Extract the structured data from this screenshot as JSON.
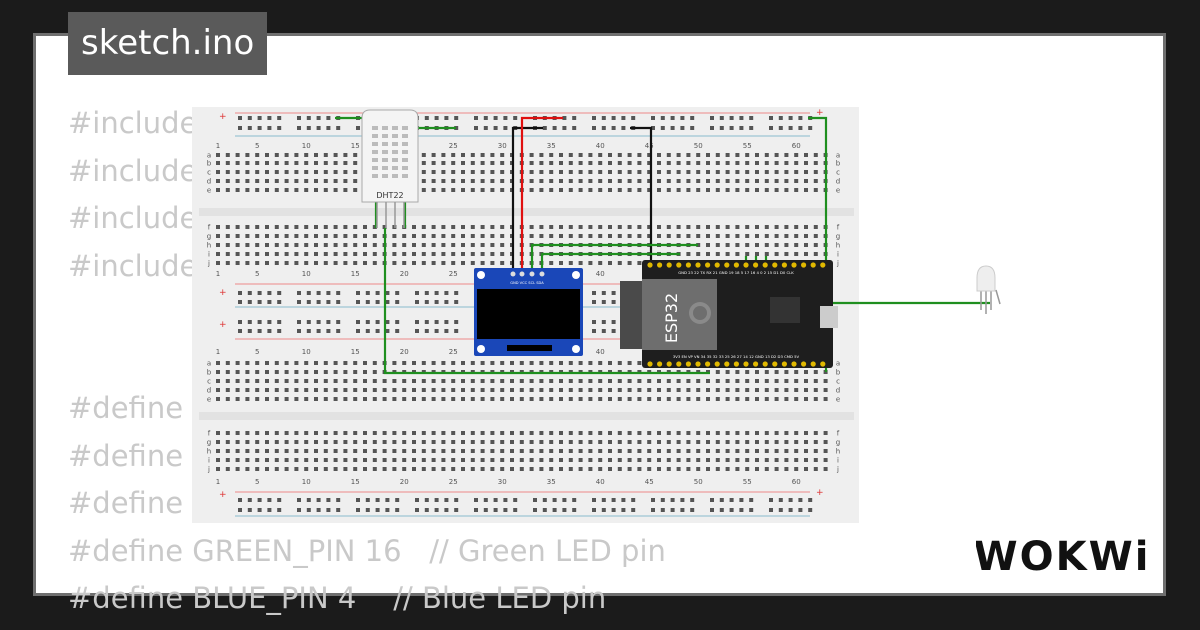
{
  "window": {
    "title": "sketch.ino"
  },
  "code": {
    "lines": [
      "#include",
      "#include",
      "#include",
      "#include",
      "",
      "",
      "#define",
      "#define",
      "#define",
      "#define GREEN_PIN 16   // Green LED pin",
      "#define BLUE_PIN 4    // Blue LED pin"
    ]
  },
  "breadboard": {
    "column_numbers": [
      "1",
      "5",
      "10",
      "15",
      "20",
      "25",
      "30",
      "35",
      "40",
      "45",
      "50",
      "55",
      "60"
    ],
    "rows_top": [
      "a",
      "b",
      "c",
      "d",
      "e"
    ],
    "rows_bottom": [
      "f",
      "g",
      "h",
      "i",
      "j"
    ],
    "plus": "+"
  },
  "components": {
    "dht22": {
      "label": "DHT22"
    },
    "oled": {
      "pins": "GND VCC SCL SDA"
    },
    "esp32": {
      "label": "ESP32",
      "top_pins": "GND 23 22 TX RX 21 GND 19 18 5 17 16 4 0 2 15 D1 D0 CLK",
      "bottom_pins": "3V3 EN VP VN 34 35 32 33 25 26 27 14 12 GND 13 D2 D3 CMD 5V"
    }
  },
  "brand": {
    "name": "WOKWi"
  },
  "colors": {
    "wire_green": "#1f8f1f",
    "wire_red": "#e01010",
    "wire_black": "#111111",
    "oled_blue": "#1a47b8",
    "esp_black": "#1e1e1e"
  }
}
